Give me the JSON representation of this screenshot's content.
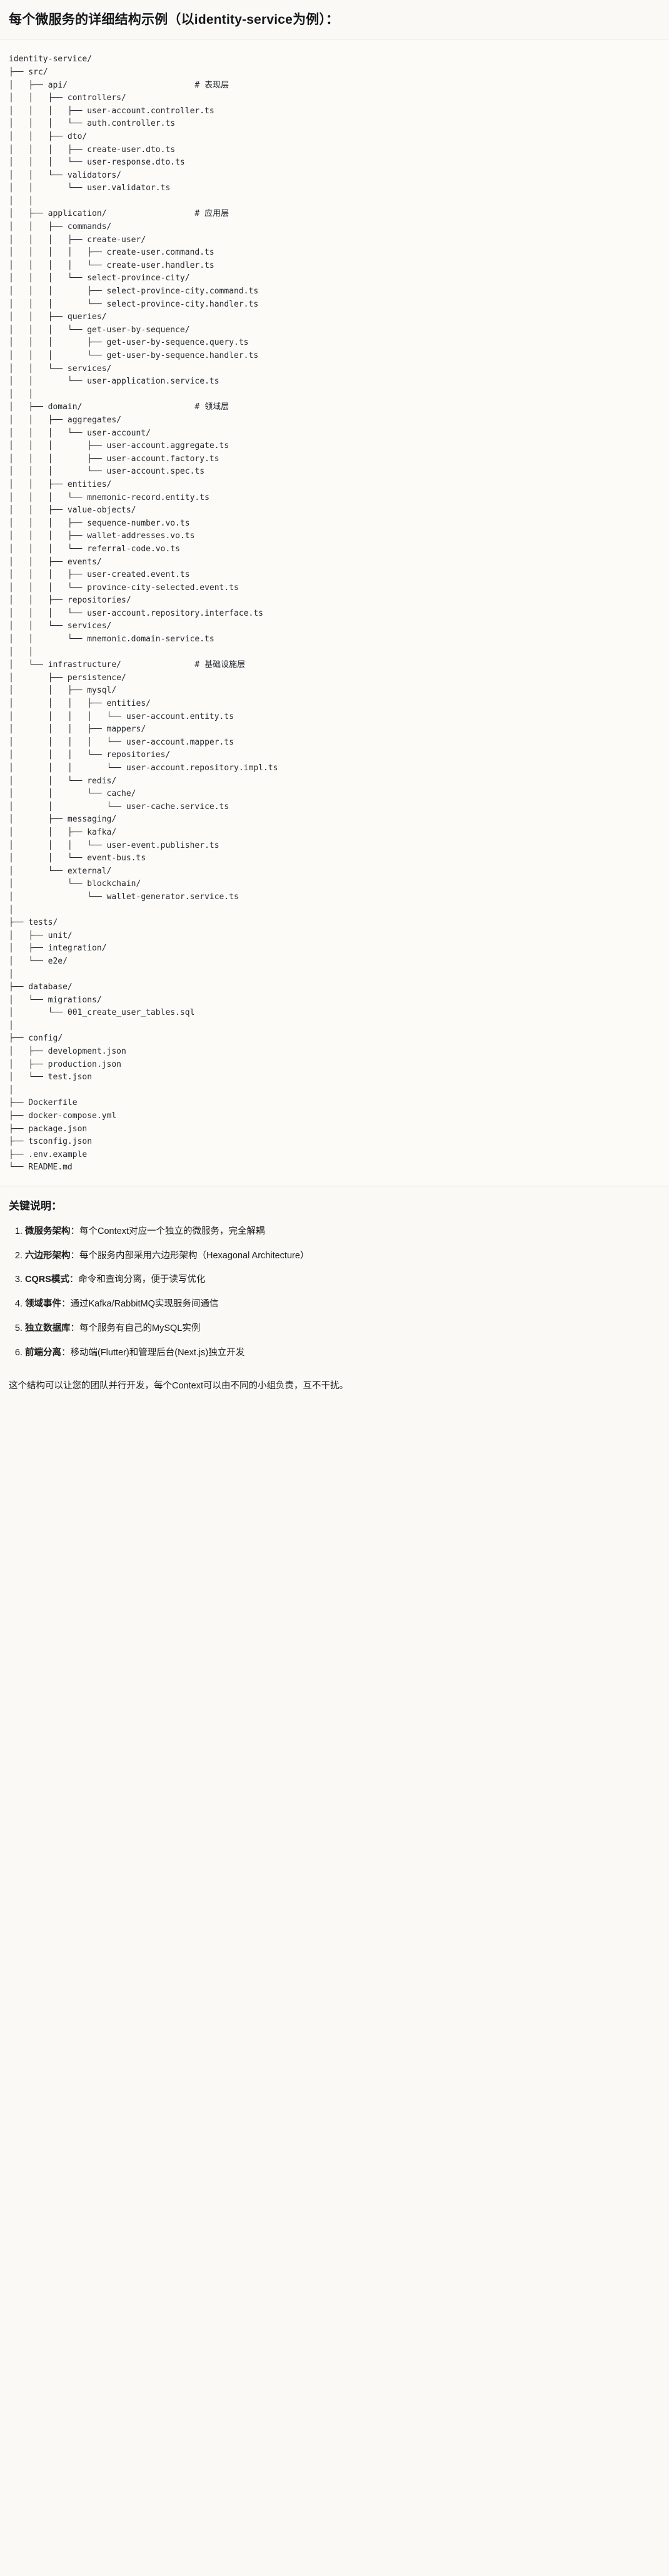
{
  "document": {
    "heading": "每个微服务的详细结构示例（以identity-service为例）：",
    "tree_text": "identity-service/\n├── src/\n│   ├── api/                          # 表现层\n│   │   ├── controllers/\n│   │   │   ├── user-account.controller.ts\n│   │   │   └── auth.controller.ts\n│   │   ├── dto/\n│   │   │   ├── create-user.dto.ts\n│   │   │   └── user-response.dto.ts\n│   │   └── validators/\n│   │       └── user.validator.ts\n│   │\n│   ├── application/                  # 应用层\n│   │   ├── commands/\n│   │   │   ├── create-user/\n│   │   │   │   ├── create-user.command.ts\n│   │   │   │   └── create-user.handler.ts\n│   │   │   └── select-province-city/\n│   │   │       ├── select-province-city.command.ts\n│   │   │       └── select-province-city.handler.ts\n│   │   ├── queries/\n│   │   │   └── get-user-by-sequence/\n│   │   │       ├── get-user-by-sequence.query.ts\n│   │   │       └── get-user-by-sequence.handler.ts\n│   │   └── services/\n│   │       └── user-application.service.ts\n│   │\n│   ├── domain/                       # 领域层\n│   │   ├── aggregates/\n│   │   │   └── user-account/\n│   │   │       ├── user-account.aggregate.ts\n│   │   │       ├── user-account.factory.ts\n│   │   │       └── user-account.spec.ts\n│   │   ├── entities/\n│   │   │   └── mnemonic-record.entity.ts\n│   │   ├── value-objects/\n│   │   │   ├── sequence-number.vo.ts\n│   │   │   ├── wallet-addresses.vo.ts\n│   │   │   └── referral-code.vo.ts\n│   │   ├── events/\n│   │   │   ├── user-created.event.ts\n│   │   │   └── province-city-selected.event.ts\n│   │   ├── repositories/\n│   │   │   └── user-account.repository.interface.ts\n│   │   └── services/\n│   │       └── mnemonic.domain-service.ts\n│   │\n│   └── infrastructure/               # 基础设施层\n│       ├── persistence/\n│       │   ├── mysql/\n│       │   │   ├── entities/\n│       │   │   │   └── user-account.entity.ts\n│       │   │   ├── mappers/\n│       │   │   │   └── user-account.mapper.ts\n│       │   │   └── repositories/\n│       │   │       └── user-account.repository.impl.ts\n│       │   └── redis/\n│       │       └── cache/\n│       │           └── user-cache.service.ts\n│       ├── messaging/\n│       │   ├── kafka/\n│       │   │   └── user-event.publisher.ts\n│       │   └── event-bus.ts\n│       └── external/\n│           └── blockchain/\n│               └── wallet-generator.service.ts\n│\n├── tests/\n│   ├── unit/\n│   ├── integration/\n│   └── e2e/\n│\n├── database/\n│   └── migrations/\n│       └── 001_create_user_tables.sql\n│\n├── config/\n│   ├── development.json\n│   ├── production.json\n│   └── test.json\n│\n├── Dockerfile\n├── docker-compose.yml\n├── package.json\n├── tsconfig.json\n├── .env.example\n└── README.md",
    "notes_title": "关键说明：",
    "notes": [
      {
        "term": "微服务架构",
        "text": "：每个Context对应一个独立的微服务，完全解耦"
      },
      {
        "term": "六边形架构",
        "text": "：每个服务内部采用六边形架构（Hexagonal Architecture）"
      },
      {
        "term": "CQRS模式",
        "text": "：命令和查询分离，便于读写优化"
      },
      {
        "term": "领域事件",
        "text": "：通过Kafka/RabbitMQ实现服务间通信"
      },
      {
        "term": "独立数据库",
        "text": "：每个服务有自己的MySQL实例"
      },
      {
        "term": "前端分离",
        "text": "：移动端(Flutter)和管理后台(Next.js)独立开发"
      }
    ],
    "closing": "这个结构可以让您的团队并行开发，每个Context可以由不同的小组负责，互不干扰。"
  }
}
